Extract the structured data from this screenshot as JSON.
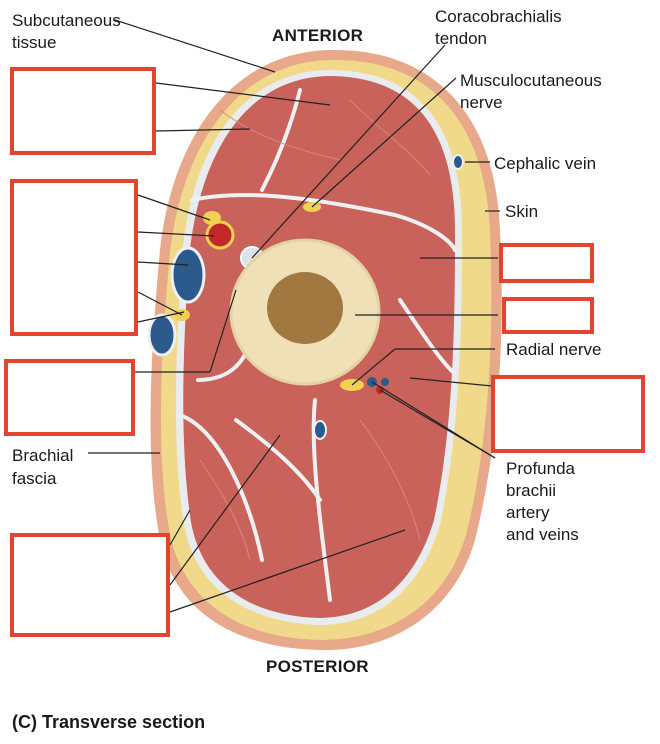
{
  "orientation": {
    "top": "ANTERIOR",
    "bottom": "POSTERIOR"
  },
  "labels": {
    "subcutaneous_line1": "Subcutaneous",
    "subcutaneous_line2": "tissue",
    "coracobrachialis_line1": "Coracobrachialis",
    "coracobrachialis_line2": "tendon",
    "musculocutaneous_line1": "Musculocutaneous",
    "musculocutaneous_line2": "nerve",
    "cephalic_vein": "Cephalic vein",
    "skin": "Skin",
    "radial_nerve": "Radial nerve",
    "brachial_fascia_line1": "Brachial",
    "brachial_fascia_line2": "fascia",
    "profunda_line1": "Profunda",
    "profunda_line2": "brachii",
    "profunda_line3": "artery",
    "profunda_line4": "and veins"
  },
  "caption": "(C) Transverse section",
  "colors": {
    "answer_box_border": "#e0452d",
    "muscle": "#c8625a",
    "fat": "#f0d98a",
    "skin": "#e8a88a",
    "bone_cortex": "#efe0b8",
    "marrow": "#a07840",
    "artery": "#c0282a",
    "vein": "#2d5a8c",
    "nerve": "#f2d050"
  }
}
